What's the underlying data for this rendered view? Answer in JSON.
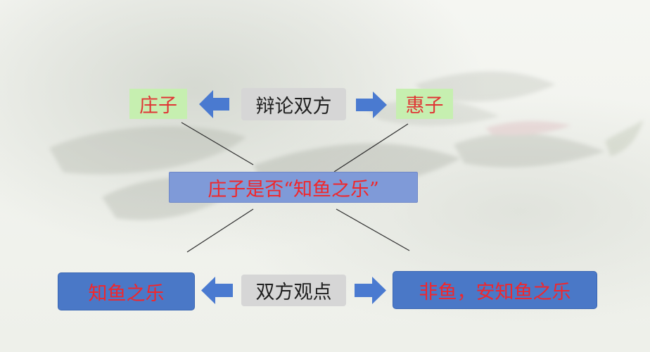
{
  "top_row": {
    "left": "庄子",
    "center": "辩论双方",
    "right": "惠子"
  },
  "center_topic": "庄子是否“知鱼之乐”",
  "bottom_row": {
    "left": "知鱼之乐",
    "center": "双方观点",
    "right": "非鱼，安知鱼之乐"
  },
  "colors": {
    "green_box": "#c6efb0",
    "gray_box": "#d6d6d6",
    "blue_box": "#4a78c7",
    "center_box": "#7f9ad8",
    "red_text": "#e03434",
    "arrow": "#4a7ad0"
  }
}
